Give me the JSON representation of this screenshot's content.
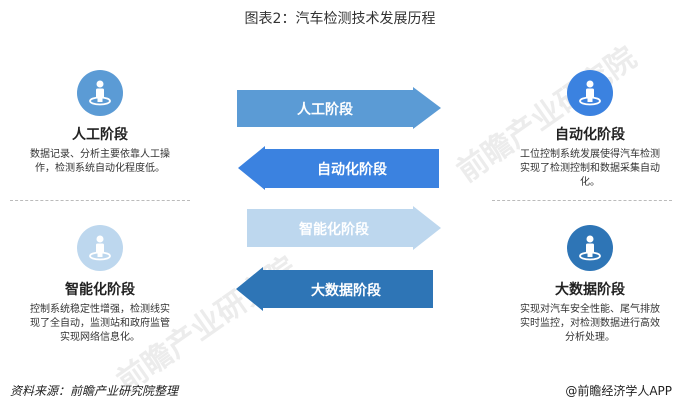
{
  "title": "图表2：汽车检测技术发展历程",
  "arrows": [
    {
      "label": "人工阶段",
      "direction": "right",
      "color": "#5b9bd5"
    },
    {
      "label": "自动化阶段",
      "direction": "left",
      "color": "#3b82e0"
    },
    {
      "label": "智能化阶段",
      "direction": "right",
      "color": "#bdd7ee"
    },
    {
      "label": "大数据阶段",
      "direction": "left",
      "color": "#2e75b6"
    }
  ],
  "stages": [
    {
      "title": "人工阶段",
      "desc": [
        "数据记录、分析主要依靠人工操",
        "作，检测系统自动化程度低。"
      ],
      "color": "#5b9bd5"
    },
    {
      "title": "自动化阶段",
      "desc": [
        "工位控制系统发展使得汽车检测",
        "实现了检测控制和数据采集自动",
        "化。"
      ],
      "color": "#3b82e0"
    },
    {
      "title": "智能化阶段",
      "desc": [
        "控制系统稳定性增强，检测线实",
        "现了全自动，监测站和政府监管",
        "实现网络信息化。"
      ],
      "color": "#bdd7ee"
    },
    {
      "title": "大数据阶段",
      "desc": [
        "实现对汽车安全性能、尾气排放",
        "实时监控，对检测数据进行高效",
        "分析处理。"
      ],
      "color": "#2e75b6"
    }
  ],
  "footer": {
    "source": "资料来源：前瞻产业研究院整理",
    "brand": "@前瞻经济学人APP"
  },
  "watermark": "前瞻产业研究院"
}
